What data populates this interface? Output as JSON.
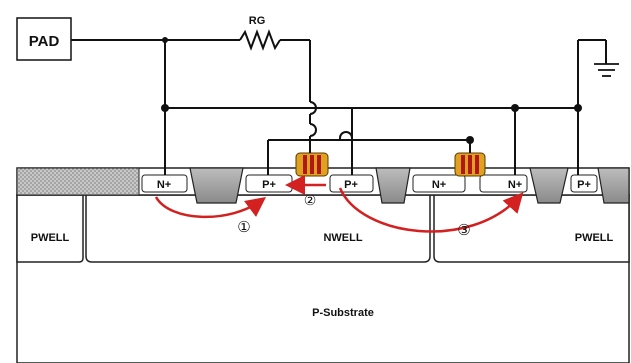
{
  "labels": {
    "pad": "PAD",
    "rg": "RG",
    "substrate": "P-Substrate",
    "pwell_left": "PWELL",
    "nwell": "NWELL",
    "pwell_right": "PWELL",
    "diff_nplus_1": "N+",
    "diff_pplus_1": "P+",
    "diff_pplus_2": "P+",
    "diff_nplus_2": "N+",
    "diff_nplus_3": "N+",
    "diff_pplus_3": "P+",
    "path_1": "①",
    "path_2": "②",
    "path_3": "③"
  },
  "colors": {
    "arrow": "#d32020",
    "gate_gold": "#e0a020",
    "gate_red": "#b01818",
    "wire": "#111111",
    "hatch": "#9a9a9a"
  }
}
